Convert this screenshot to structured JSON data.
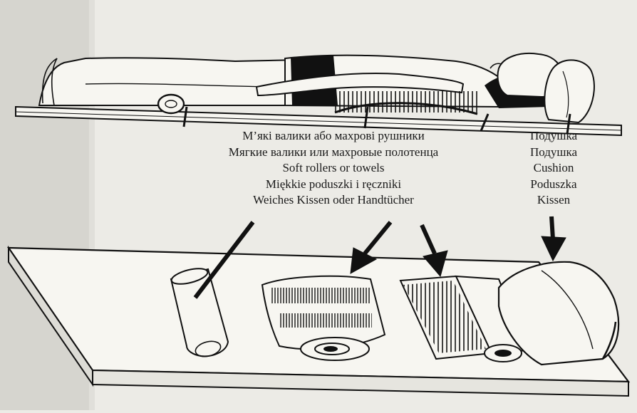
{
  "labels": {
    "rollers": [
      "М’які валики або махрові рушники",
      "Мягкие валики или махровые полотенца",
      "Soft rollers or towels",
      "Miękkie poduszki i ręczniki",
      "Weiches Kissen oder Handtücher"
    ],
    "cushion": [
      "Подушка",
      "Подушка",
      "Cushion",
      "Poduszka",
      "Kissen"
    ]
  },
  "colors": {
    "background": "#ecebe6",
    "ink": "#111111",
    "paper": "#f7f6f1"
  }
}
